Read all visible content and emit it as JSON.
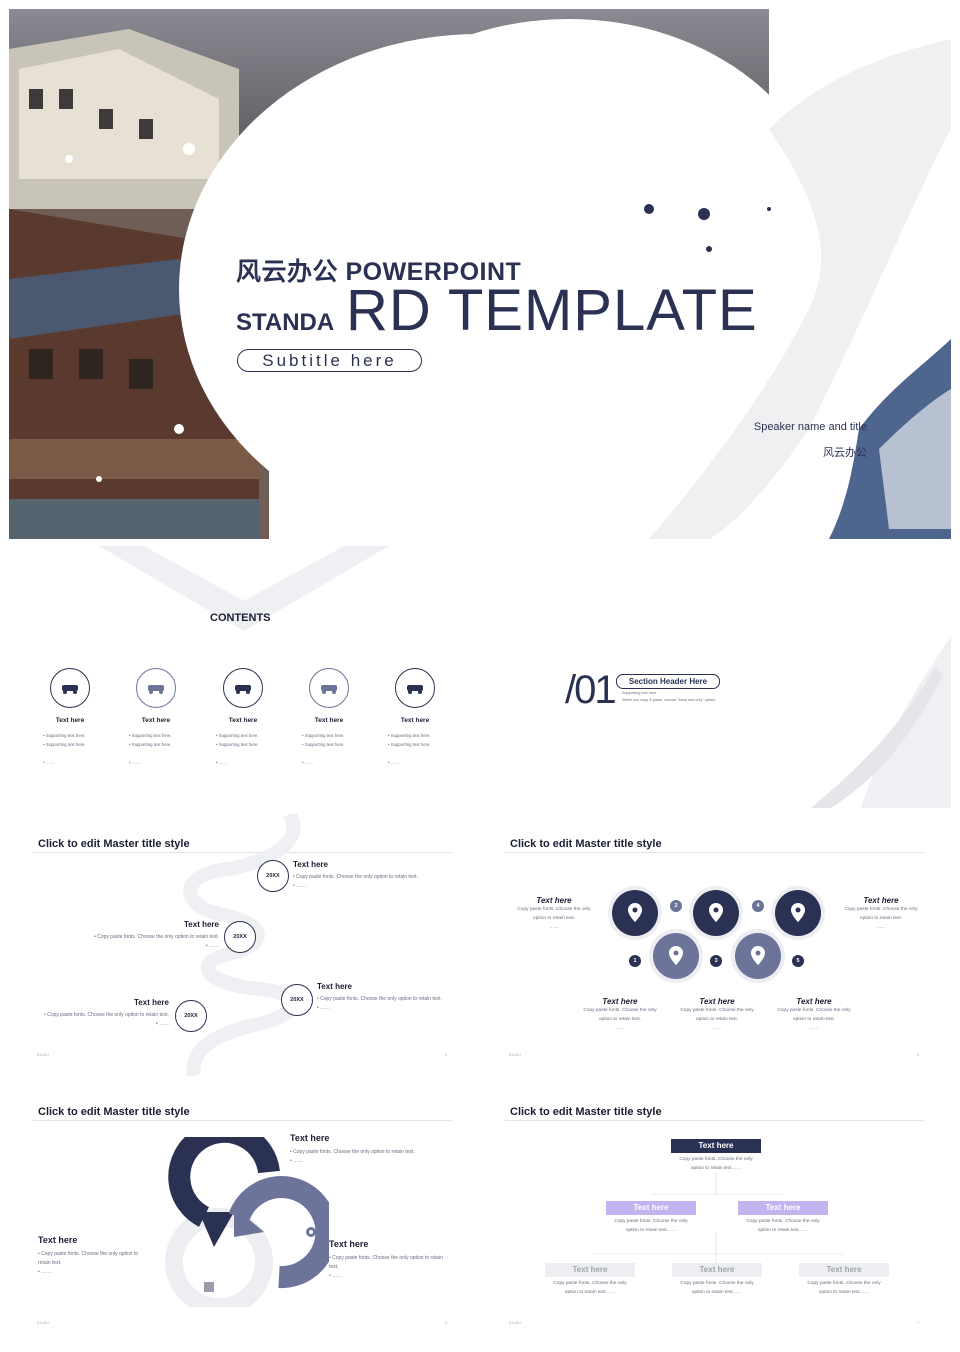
{
  "title_slide": {
    "line1": "风云办公 POWERPOINT",
    "line2_small": "STANDA",
    "line2_big": "RD TEMPLATE",
    "subtitle": "Subtitle here",
    "speaker": "Speaker name and title",
    "company": "风云办公"
  },
  "contents_slide": {
    "heading": "CONTENTS",
    "items": [
      {
        "title": "Text here",
        "bullets": [
          "Supporting text here.",
          "Supporting text here.",
          "……"
        ]
      },
      {
        "title": "Text here",
        "bullets": [
          "Supporting text here.",
          "Supporting text here.",
          "……"
        ]
      },
      {
        "title": "Text here",
        "bullets": [
          "Supporting text here.",
          "Supporting text here.",
          "……"
        ]
      },
      {
        "title": "Text here",
        "bullets": [
          "Supporting text here.",
          "Supporting text here.",
          "……"
        ]
      },
      {
        "title": "Text here",
        "bullets": [
          "Supporting text here.",
          "Supporting text here.",
          "……"
        ]
      }
    ]
  },
  "section_slide": {
    "number": "/01",
    "header": "Section Header Here",
    "support1": "Supporting text here.",
    "support2": "When you copy & paste, choose \"keep text only\" option."
  },
  "timeline_slide": {
    "title": "Click to edit Master title style",
    "footer_left": "BAIBU",
    "footer_right": "4",
    "items": [
      {
        "year": "20XX",
        "title": "Text here",
        "text": "Copy paste fonts. Choose the only option to retain text.",
        "dots": "……"
      },
      {
        "year": "20XX",
        "title": "Text here",
        "text": "Copy paste fonts. Choose the only option to retain text.",
        "dots": "……"
      },
      {
        "year": "20XX",
        "title": "Text here",
        "text": "Copy paste fonts. Choose the only option to retain text.",
        "dots": "……"
      },
      {
        "year": "20XX",
        "title": "Text here",
        "text": "Copy paste fonts. Choose the only option to retain text.",
        "dots": "……"
      }
    ]
  },
  "pins_slide": {
    "title": "Click to edit Master title style",
    "footer_left": "BAIBU",
    "footer_right": "5",
    "numbers": [
      "1",
      "2",
      "3",
      "4",
      "5"
    ],
    "items": [
      {
        "title": "Text here",
        "text1": "Copy paste fonts. Choose the only",
        "text2": "option to retain text.",
        "dots": "……"
      },
      {
        "title": "Text here",
        "text1": "Copy paste fonts. Choose the only",
        "text2": "option to retain text.",
        "dots": "……"
      },
      {
        "title": "Text here",
        "text1": "Copy paste fonts. Choose the only",
        "text2": "option to retain text.",
        "dots": "……"
      },
      {
        "title": "Text here",
        "text1": "Copy paste fonts. Choose the only",
        "text2": "option to retain text.",
        "dots": "……"
      },
      {
        "title": "Text here",
        "text1": "Copy paste fonts. Choose the only",
        "text2": "option to retain text.",
        "dots": "……"
      }
    ]
  },
  "cycle_slide": {
    "title": "Click to edit Master title style",
    "footer_left": "BAIBU",
    "footer_right": "6",
    "items": [
      {
        "title": "Text here",
        "text": "Copy paste fonts. Choose the only option to retain text.",
        "dots": "……"
      },
      {
        "title": "Text here",
        "text": "Copy paste fonts. Choose the only option to retain text.",
        "dots": "……"
      },
      {
        "title": "Text here",
        "text": "Copy paste fonts. Choose the only option to retain text.",
        "dots": "……"
      }
    ]
  },
  "org_slide": {
    "title": "Click to edit Master title style",
    "footer_left": "BAIBU",
    "footer_right": "7",
    "top": {
      "label": "Text here",
      "text1": "Copy paste fonts. Choose the only",
      "text2": "option to retain text……"
    },
    "mid": [
      {
        "label": "Text here",
        "text1": "Copy paste fonts. Choose the only",
        "text2": "option to retain text……"
      },
      {
        "label": "Text here",
        "text1": "Copy paste fonts. Choose the only",
        "text2": "option to retain text……"
      }
    ],
    "bottom": [
      {
        "label": "Text here",
        "text1": "Copy paste fonts. Choose the only",
        "text2": "option to retain text……"
      },
      {
        "label": "Text here",
        "text1": "Copy paste fonts. Choose the only",
        "text2": "option to retain text……"
      },
      {
        "label": "Text here",
        "text1": "Copy paste fonts. Choose the only",
        "text2": "option to retain text……"
      }
    ]
  },
  "colors": {
    "navy": "#2b3152",
    "slate": "#6c7499",
    "lavender": "#c3b3ef",
    "grey_box": "#eceef1"
  }
}
